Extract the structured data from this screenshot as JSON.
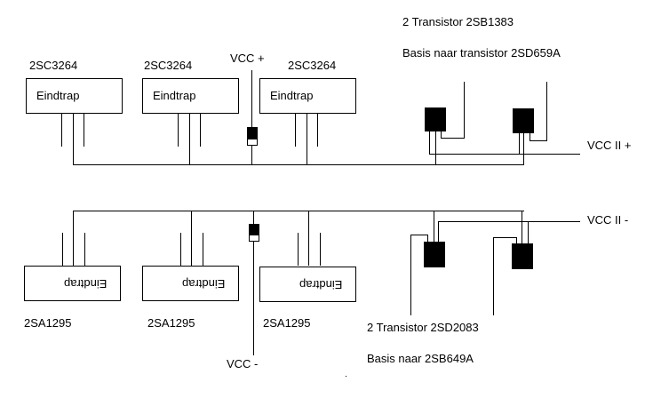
{
  "top": {
    "amps": [
      {
        "part": "2SC3264",
        "label": "Eindtrap"
      },
      {
        "part": "2SC3264",
        "label": "Eindtrap"
      },
      {
        "part": "2SC3264",
        "label": "Eindtrap"
      }
    ],
    "vcc_label": "VCC +",
    "rail_label": "VCC II +",
    "driver_title": "2 Transistor 2SB1383",
    "driver_note": "Basis naar transistor 2SD659A"
  },
  "bottom": {
    "amps": [
      {
        "part": "2SA1295",
        "label": "Eindtrap"
      },
      {
        "part": "2SA1295",
        "label": "Eindtrap"
      },
      {
        "part": "2SA1295",
        "label": "Eindtrap"
      }
    ],
    "vcc_label": "VCC -",
    "rail_label": "VCC II -",
    "driver_title": "2 Transistor 2SD2083",
    "driver_note": "Basis naar 2SB649A"
  },
  "colors": {
    "line": "#000000",
    "background": "#ffffff"
  }
}
